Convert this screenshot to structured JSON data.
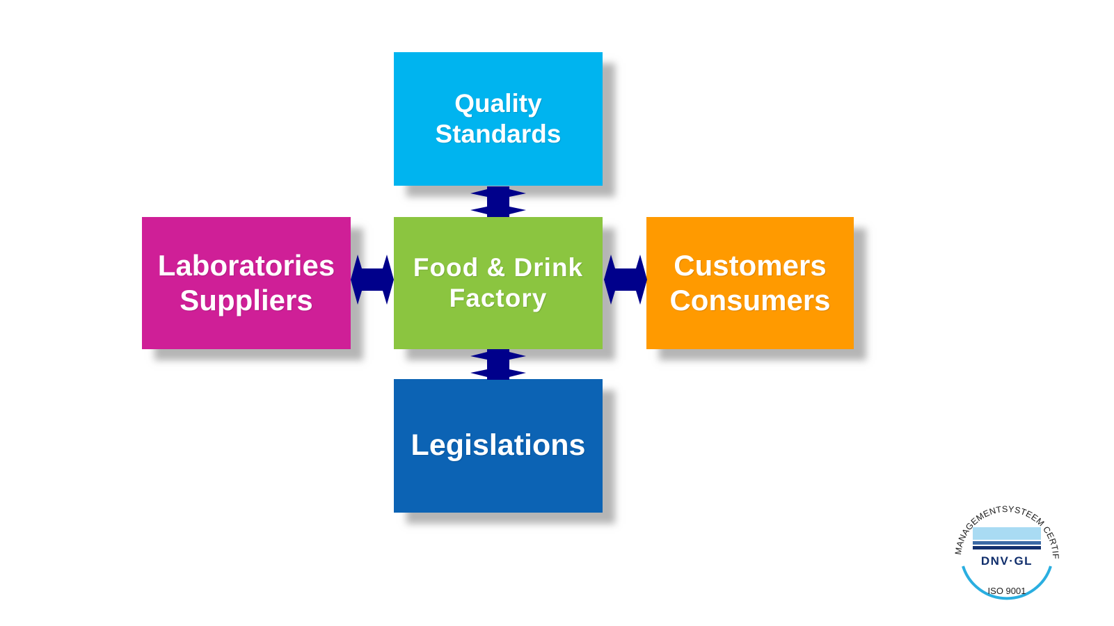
{
  "diagram": {
    "quality": {
      "lines": [
        "Quality",
        "Standards"
      ],
      "color": "#00b4ef"
    },
    "factory": {
      "lines": [
        "Food & Drink",
        "Factory"
      ],
      "color": "#8bc540"
    },
    "labs": {
      "lines": [
        "Laboratories",
        "Suppliers"
      ],
      "color": "#cf1f97"
    },
    "customers": {
      "lines": [
        "Customers",
        "Consumers"
      ],
      "color": "#ff9a00"
    },
    "legislations": {
      "lines": [
        "Legislations"
      ],
      "color": "#0c63b4"
    },
    "arrow_color": "#00008b"
  },
  "certificate": {
    "arc_text": "MANAGEMENTSYSTEEM CERTIFICATIE",
    "brand": "DNV·GL",
    "standard": "ISO 9001",
    "ring_color": "#2aaee0",
    "brand_color": "#0f2d6b"
  }
}
